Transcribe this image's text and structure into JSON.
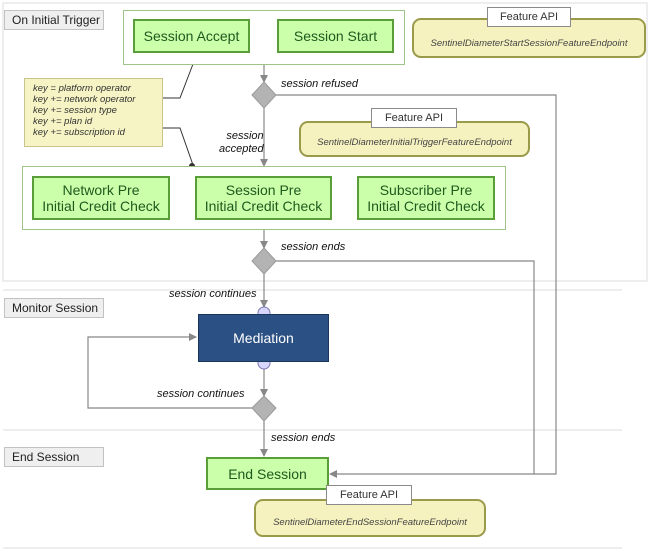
{
  "lanes": {
    "initial": "On Initial Trigger",
    "monitor": "Monitor Session",
    "end": "End Session"
  },
  "steps": {
    "session_accept": "Session Accept",
    "session_start": "Session Start",
    "network_pre_line1": "Network Pre",
    "network_pre_line2": "Initial Credit Check",
    "session_pre_line1": "Session Pre",
    "session_pre_line2": "Initial Credit Check",
    "subscriber_pre_line1": "Subscriber Pre",
    "subscriber_pre_line2": "Initial Credit Check",
    "mediation": "Mediation",
    "end_session": "End Session"
  },
  "feature_apis": {
    "tab_label": "Feature API",
    "start_session": "SentinelDiameterStartSessionFeatureEndpoint",
    "initial_trigger": "SentinelDiameterInitialTriggerFeatureEndpoint",
    "end_session": "SentinelDiameterEndSessionFeatureEndpoint"
  },
  "key_note": {
    "lines": [
      "key = platform operator",
      "key += network operator",
      "key += session type",
      "key += plan id",
      "key += subscription id"
    ]
  },
  "edge_labels": {
    "session_refused": "session refused",
    "session_accepted_line1": "session",
    "session_accepted_line2": "accepted",
    "session_ends_1": "session ends",
    "session_continues_1": "session continues",
    "session_continues_2": "session continues",
    "session_ends_2": "session ends"
  },
  "colors": {
    "step_fill": "#ccffaa",
    "step_border": "#5a9e3a",
    "mediation_fill": "#2b5083",
    "api_fill": "#f6f2c0",
    "note_fill": "#f6f4c4",
    "decision_fill": "#b3b3b3",
    "connector_fill": "#d6d6ff"
  }
}
